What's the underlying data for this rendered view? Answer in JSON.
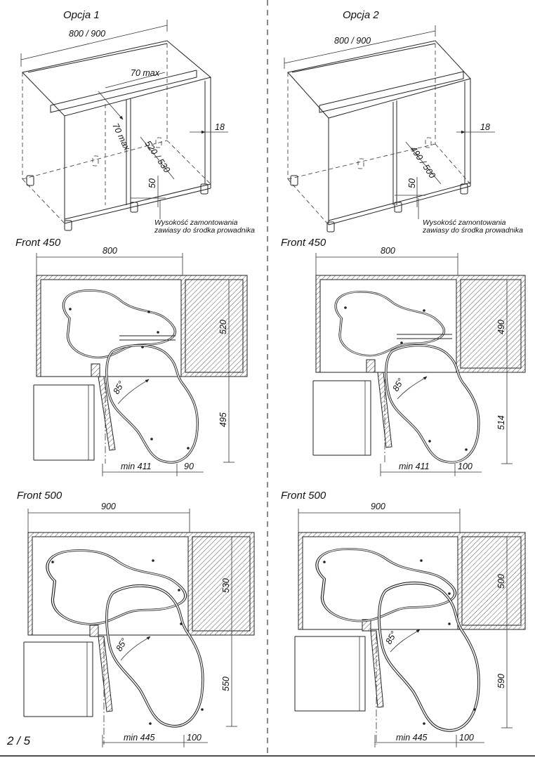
{
  "panels": {
    "opcja1": {
      "title": "Opcja 1",
      "width": "800 / 900",
      "max_top": "70 max",
      "max_side": "70 max",
      "depth": "520 / 530",
      "board": "18",
      "hinge_height": "50",
      "note_line1": "Wysokość zamontowania",
      "note_line2": "zawiasy do środka prowadnika"
    },
    "opcja2": {
      "title": "Opcja 2",
      "width": "800 / 900",
      "depth": "490 / 500",
      "board": "18",
      "hinge_height": "50",
      "note_line1": "Wysokość zamontowania",
      "note_line2": "zawiasy do środka prowadnika"
    }
  },
  "plans": {
    "front450_opt1": {
      "title": "Front 450",
      "width": "800",
      "side": "520",
      "front": "495",
      "min": "min 411",
      "offset": "90",
      "angle": "85°"
    },
    "front450_opt2": {
      "title": "Front 450",
      "width": "800",
      "side": "490",
      "front": "514",
      "min": "min 411",
      "offset": "100",
      "angle": "85°"
    },
    "front500_opt1": {
      "title": "Front 500",
      "width": "900",
      "side": "530",
      "front": "550",
      "min": "min 445",
      "offset": "100",
      "angle": "85°"
    },
    "front500_opt2": {
      "title": "Front 500",
      "width": "900",
      "side": "500",
      "front": "590",
      "min": "min 445",
      "offset": "100",
      "angle": "85°"
    }
  },
  "page": {
    "number": "2 / 5"
  }
}
